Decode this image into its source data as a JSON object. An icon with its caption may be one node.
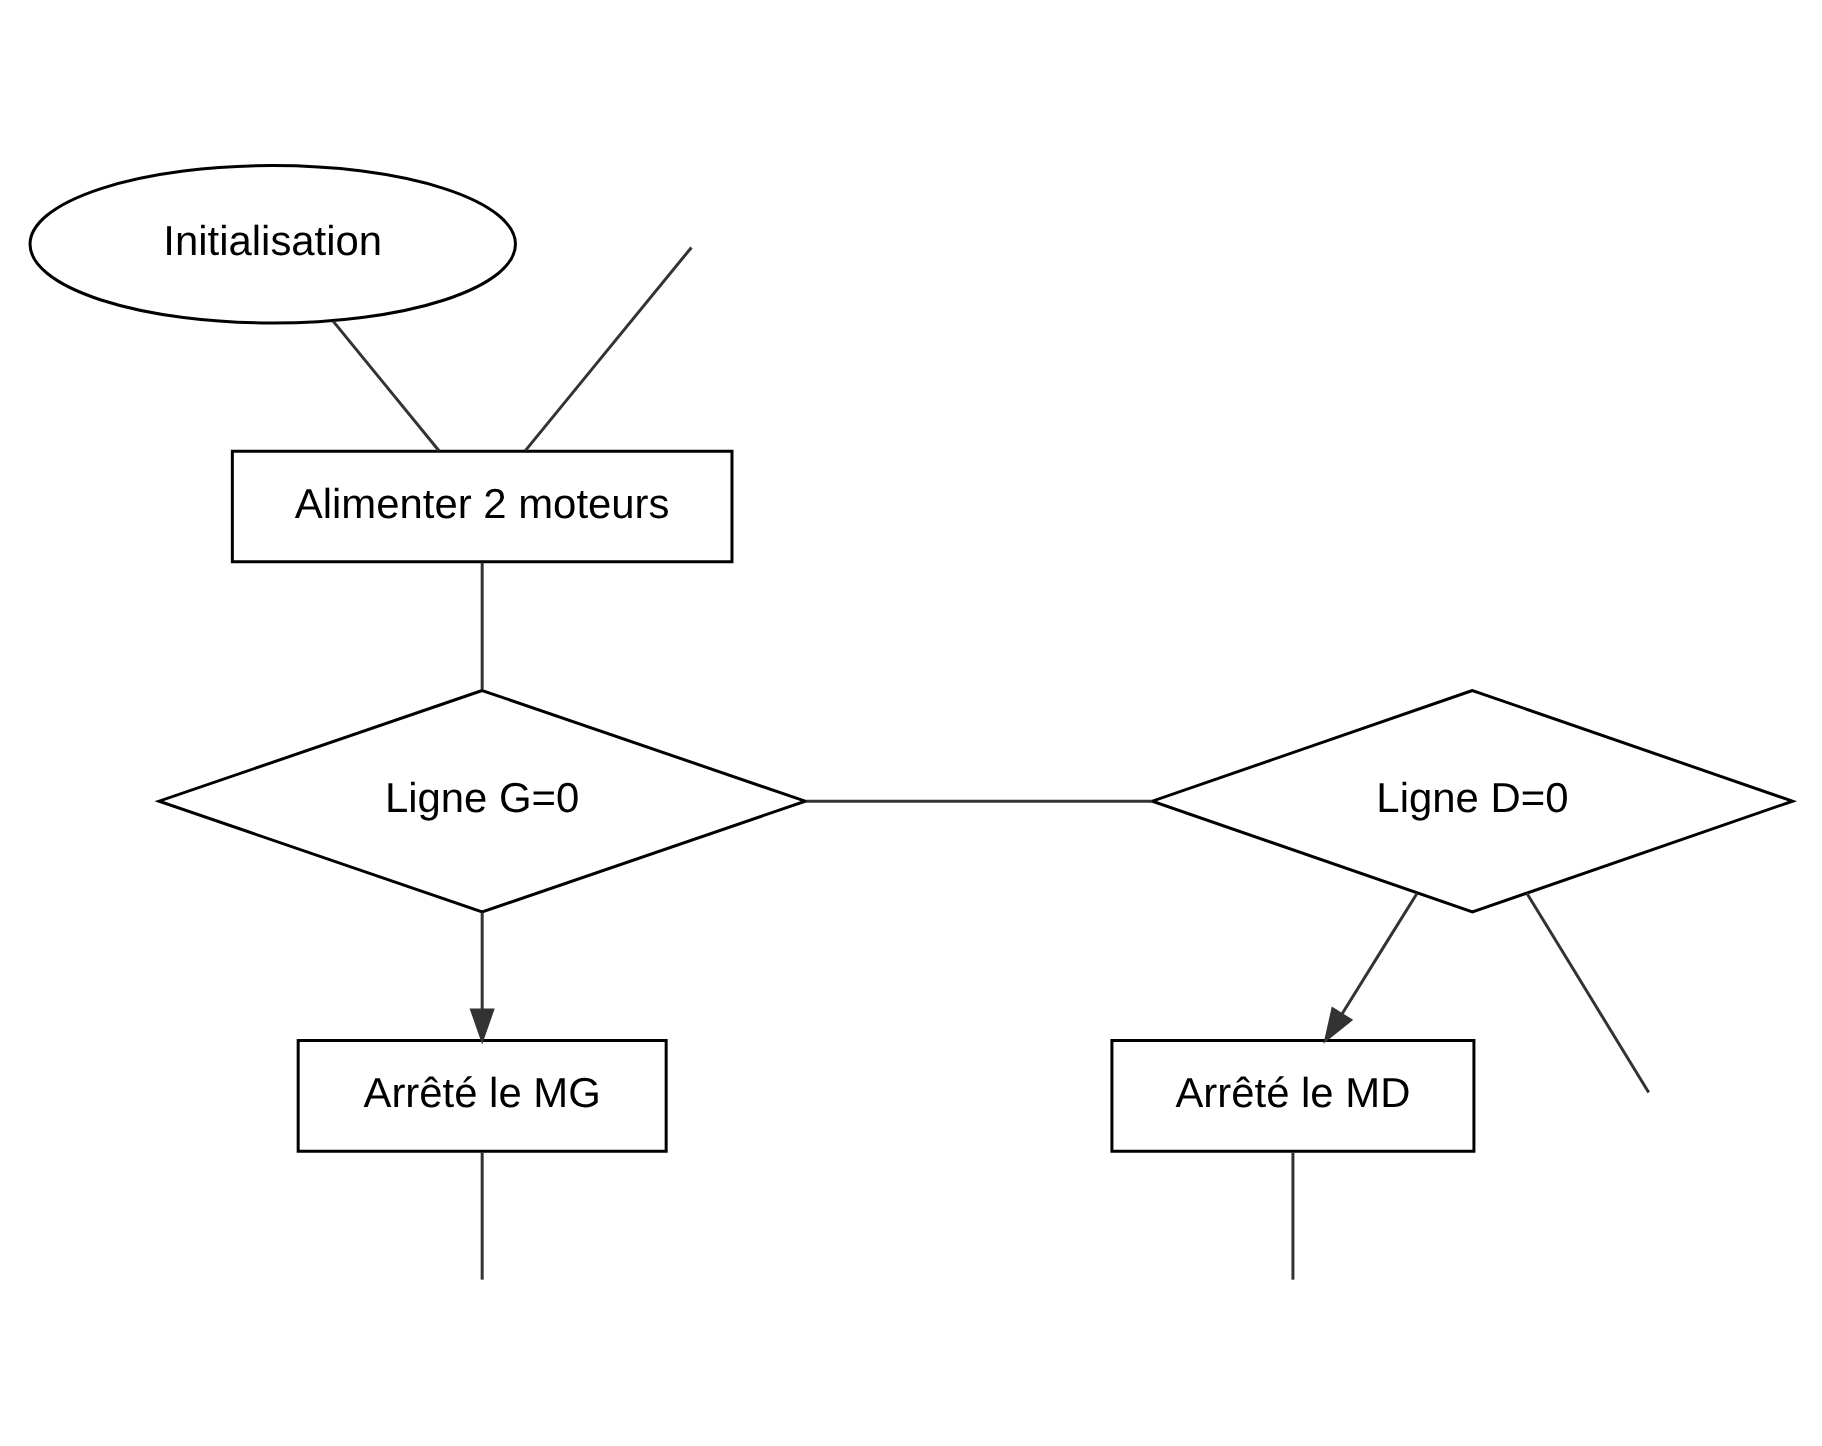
{
  "diagram": {
    "nodes": [
      {
        "text": [
          "Initialisation"
        ]
      },
      {
        "text": [
          "Alimenter 2 moteurs"
        ]
      },
      {
        "text": [
          "Ligne G=0"
        ]
      },
      {
        "text": [
          "Ligne D=0"
        ]
      },
      {
        "text": [
          "Arrêté le MG"
        ]
      },
      {
        "text": [
          "Arrêté le MD"
        ]
      }
    ],
    "edges": [
      {
        "from": 0,
        "to": 1,
        "arrow": "none"
      },
      {
        "from": null,
        "to": 1,
        "arrow": "none"
      },
      {
        "from": 1,
        "to": 2,
        "arrow": "none"
      },
      {
        "from": 2,
        "to": 3,
        "arrow": "none"
      },
      {
        "from": 3,
        "to": null,
        "arrow": "none"
      },
      {
        "from": 2,
        "to": 4,
        "arrow": "to"
      },
      {
        "from": 3,
        "to": 5,
        "arrow": "to"
      },
      {
        "from": 4,
        "to": null,
        "arrow": "none"
      },
      {
        "from": 5,
        "to": null,
        "arrow": "none"
      }
    ]
  }
}
